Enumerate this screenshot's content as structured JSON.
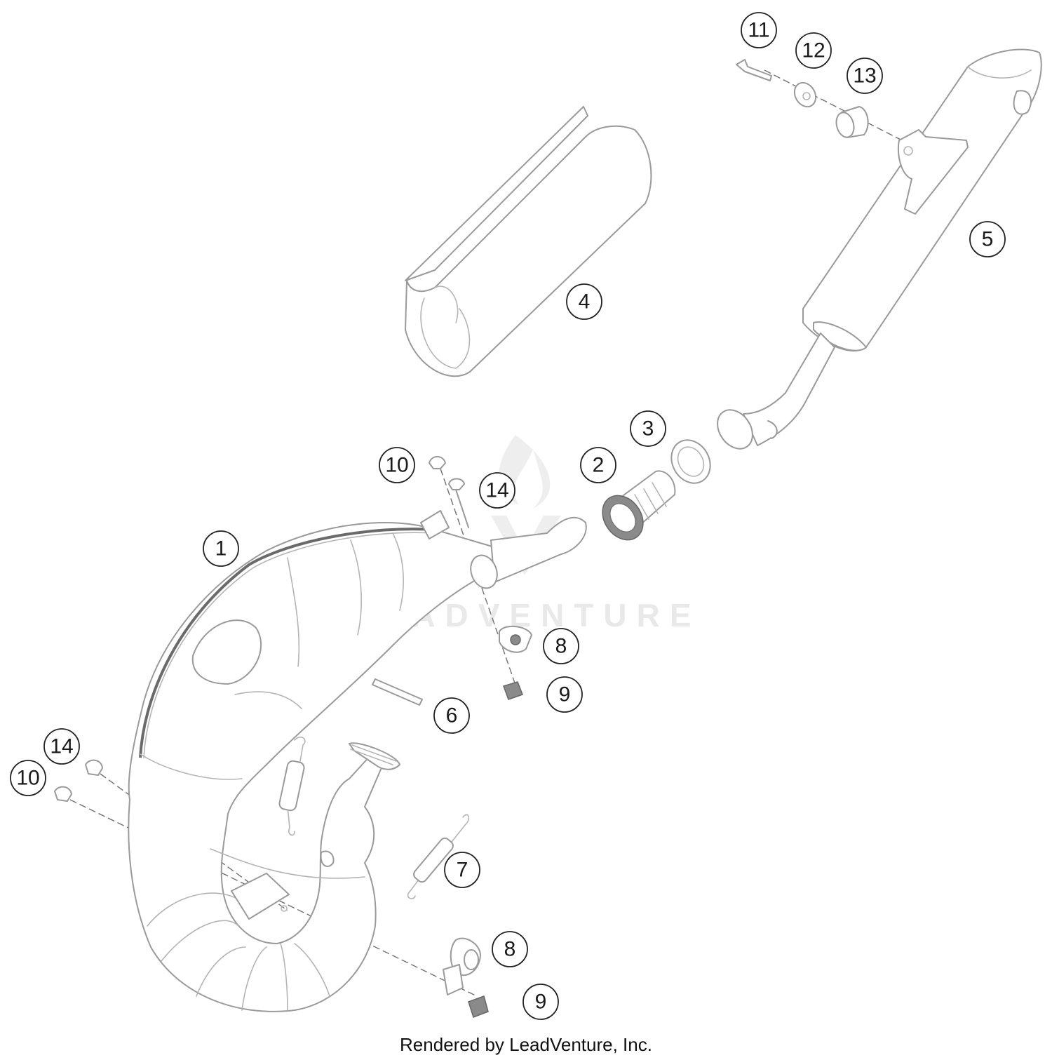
{
  "watermark": "LEADVENTURE",
  "credit": "Rendered by LeadVenture, Inc.",
  "callouts": [
    "11",
    "12",
    "13",
    "5",
    "4",
    "3",
    "2",
    "10",
    "14",
    "1",
    "8",
    "9",
    "6",
    "14",
    "10",
    "7",
    "8",
    "9"
  ]
}
